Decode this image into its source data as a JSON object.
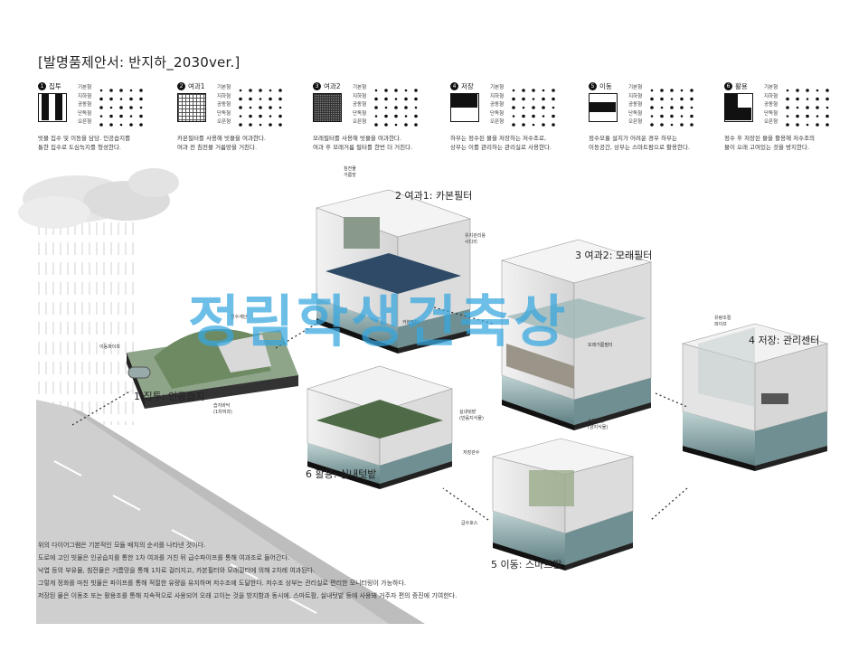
{
  "title": "[발명품제안서: 반지하_2030ver.]",
  "legend_types": [
    "기본형",
    "지하형",
    "공동형",
    "단독형",
    "오픈형"
  ],
  "legend": [
    {
      "num": "1",
      "name": "집투",
      "icon": "two-vertical-bars-icon",
      "desc": [
        "빗물 집수 및 이동을 담당. 인공습지를",
        "통한 집수로 도심녹지를 형성한다."
      ]
    },
    {
      "num": "2",
      "name": "여과1",
      "icon": "grid-filter-icon",
      "desc": [
        "카본필터를 사용해 빗물을 여과한다.",
        "여과 전 침전물 거름망을 거친다."
      ]
    },
    {
      "num": "3",
      "name": "여과2",
      "icon": "fine-mesh-icon",
      "desc": [
        "모래필터를 사용해 빗물을 여과한다.",
        "여과 후 모래거름 필터를 한번 더 거친다."
      ]
    },
    {
      "num": "4",
      "name": "저장",
      "icon": "half-filled-box-icon",
      "desc": [
        "하부는 정수된 물을 저장하는 저수조로,",
        "상부는 이를 관리하는 관리실로 사용한다."
      ]
    },
    {
      "num": "5",
      "name": "이동",
      "icon": "middle-band-box-icon",
      "desc": [
        "정수모듈 설치가 어려운 경우 하부는",
        "이동공간, 상부는 스마트팜으로 활용한다."
      ]
    },
    {
      "num": "6",
      "name": "활용",
      "icon": "corner-block-box-icon",
      "desc": [
        "정수 후 저장된 물을 활용해 저수조의",
        "물이 오래 고여있는 것을 방지한다."
      ]
    }
  ],
  "modules": [
    {
      "label": "1 집투: 인공습지"
    },
    {
      "label": "2 여과1: 카본필터"
    },
    {
      "label": "3 여과2: 모래필터"
    },
    {
      "label": "4 저장: 관리센터"
    },
    {
      "label": "5 이동: 스마트팜"
    },
    {
      "label": "6 활용: 실내텃밭"
    }
  ],
  "annotations": {
    "pipe": "이동파이프",
    "stairs": "친수계단",
    "wetland_l1": "습지바닥",
    "wetland_l2": "(1차여과)",
    "sediment_l1": "침전물",
    "sediment_l2": "거름망",
    "ladder_l1": "유지관리용",
    "ladder_l2": "사다리",
    "carbon": "카본필터",
    "sand": "모래거름필터",
    "control_l1": "유량조절",
    "control_l2": "파이프",
    "garden_l1": "실내텃밭",
    "garden_l2": "(반음지식물)",
    "water_pipe": "저장관수",
    "farm_l1": "스마트팜",
    "farm_l2": "(양지식물)",
    "supply": "급수호스"
  },
  "watermark": "정림학생건축상",
  "notes": [
    "위의 다이어그램은 기본적인 모듈 배치의 순서를 나타낸 것이다.",
    "도로에 고인 빗물은 인공습지를 통한 1차 여과를 거친 뒤 급수파이프를 통해 여과조로 들어간다.",
    "낙엽 등의 부유물, 침전물은 거름망을 통해 1차로 걸러지고, 카본필터와 모래필터에 의해 2차례 여과된다.",
    "그렇게 정화를 마친 빗물은 파이프를 통해 적절한 유량을 유지하며 저수조에 도달한다. 저수조 상부는 관리실로 편리한 모니터링이 가능하다.",
    "저장된 물은 이동조 또는 활용조를 통해 지속적으로 사용되어 오래 고이는 것을 방지함과 동시에, 스마트팜, 실내텃밭 등에 사용돼 거주자 편의 증진에 기여한다."
  ]
}
